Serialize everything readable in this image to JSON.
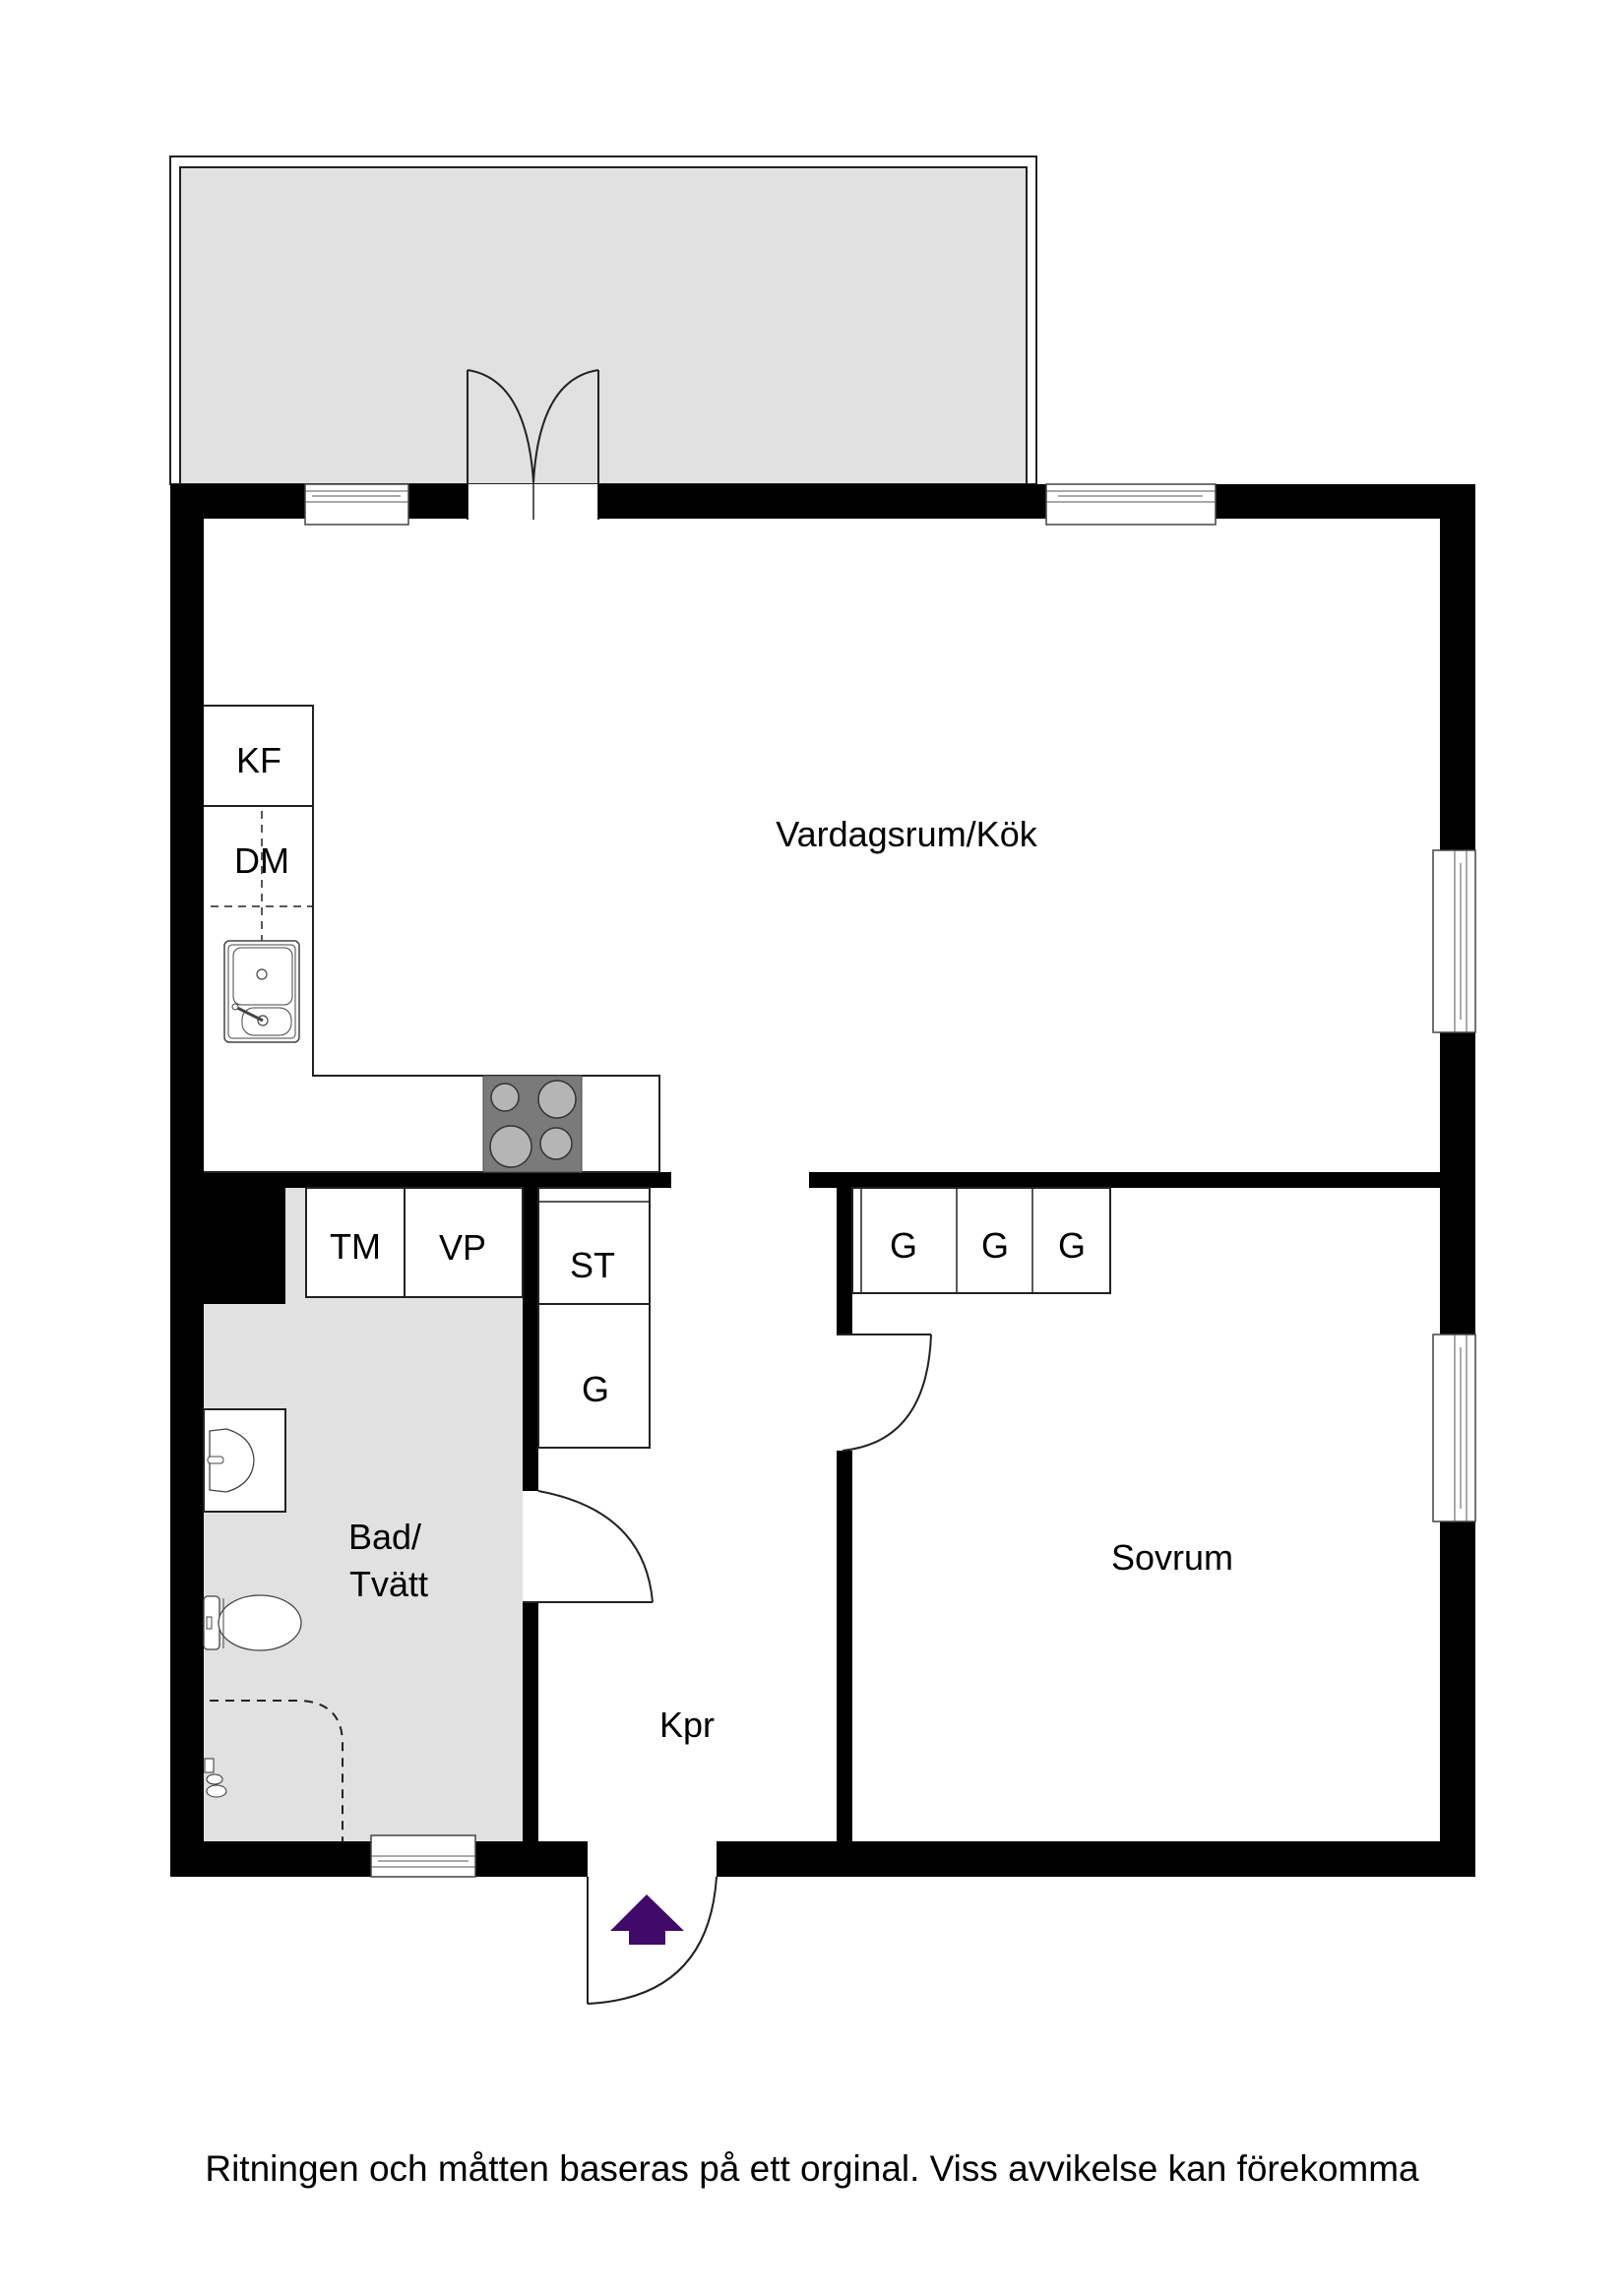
{
  "plan": {
    "colors": {
      "wall": "#000000",
      "wet_floor": "#e1e1e1",
      "balcony_floor": "#e1e1e1",
      "stove": "#7a7a7a",
      "hotplate": "#b5b5b5",
      "entrance_arrow": "#3f0a6a",
      "outline": "#222222"
    },
    "rooms": {
      "living_kitchen": "Vardagsrum/Kök",
      "bath_line1": "Bad/",
      "bath_line2": "Tvätt",
      "hall": "Kpr",
      "bedroom": "Sovrum"
    },
    "fixtures": {
      "fridge_freezer": "KF",
      "dishwasher": "DM",
      "dryer": "TM",
      "water_heater": "VP",
      "storage_cabinet": "ST",
      "wardrobe_hall": "G",
      "wardrobe_1": "G",
      "wardrobe_2": "G",
      "wardrobe_3": "G"
    }
  },
  "footer": {
    "disclaimer": "Ritningen och måtten baseras på ett orginal. Viss avvikelse kan förekomma"
  }
}
